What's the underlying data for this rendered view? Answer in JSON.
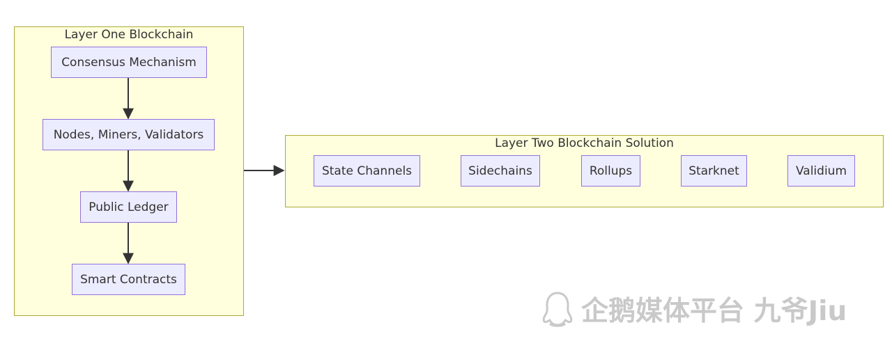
{
  "layer_one": {
    "title": "Layer One Blockchain",
    "nodes": {
      "consensus": "Consensus Mechanism",
      "nodes_miners": "Nodes, Miners, Validators",
      "ledger": "Public Ledger",
      "contracts": "Smart Contracts"
    }
  },
  "layer_two": {
    "title": "Layer Two Blockchain Solution",
    "nodes": {
      "state_channels": "State Channels",
      "sidechains": "Sidechains",
      "rollups": "Rollups",
      "starknet": "Starknet",
      "validium": "Validium"
    }
  },
  "watermark": {
    "text": "企鹅媒体平台 九爷Jiu"
  },
  "colors": {
    "cluster_fill": "#ffffde",
    "cluster_border": "#aaaa33",
    "node_fill": "#ececff",
    "node_border": "#9370db",
    "edge": "#333333",
    "watermark": "#c9c9c9"
  }
}
